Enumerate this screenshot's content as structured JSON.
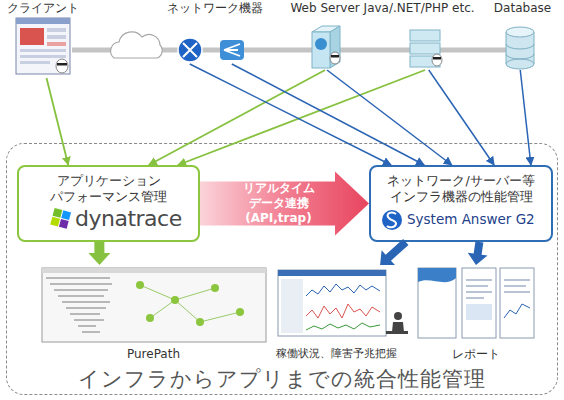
{
  "diagram": {
    "nodes": [
      {
        "text": [
          "クライアント"
        ]
      },
      {
        "text": [
          "ネットワーク機器"
        ]
      },
      {
        "text": [
          "Web Server Java/.NET/PHP etc."
        ]
      },
      {
        "text": [
          "Database"
        ]
      },
      {
        "text": [
          "インフラからアプリまでの統合性能管理"
        ]
      },
      {
        "text": [
          "アプリケーション パフォーマンス管理",
          "dynatrace"
        ],
        "in": 4
      },
      {
        "text": [
          "ネットワーク/サーバー等 インフラ機器の性能管理",
          "System Answer G2"
        ],
        "in": 4
      },
      {
        "text": [
          "PurePath"
        ],
        "in": 4
      },
      {
        "text": [
          "稼働状況、障害予兆把握"
        ],
        "in": 4
      },
      {
        "text": [
          "レポート"
        ],
        "in": 4
      }
    ],
    "edges": [
      {
        "from": 0,
        "to": 5,
        "arrow": "to"
      },
      {
        "from": 2,
        "to": 5,
        "arrow": "to"
      },
      {
        "from": 2,
        "to": 5,
        "arrow": "to"
      },
      {
        "from": 1,
        "to": 6,
        "arrow": "to"
      },
      {
        "from": 1,
        "to": 6,
        "arrow": "to"
      },
      {
        "from": 2,
        "to": 6,
        "arrow": "to"
      },
      {
        "from": 2,
        "to": 6,
        "arrow": "to"
      },
      {
        "from": 3,
        "to": 6,
        "arrow": "to"
      },
      {
        "from": 5,
        "to": 6,
        "label": "リアルタイム データ連携 (API,trap)",
        "arrow": "to"
      },
      {
        "from": 5,
        "to": 7,
        "arrow": "to"
      },
      {
        "from": 6,
        "to": 8,
        "arrow": "to"
      },
      {
        "from": 6,
        "to": 9,
        "arrow": "to"
      }
    ]
  }
}
